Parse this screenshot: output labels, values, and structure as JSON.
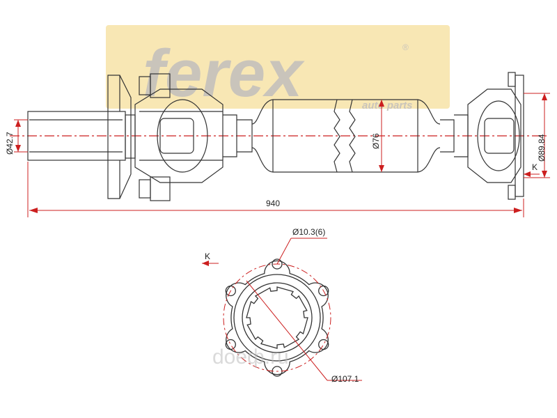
{
  "brand": {
    "name": "ferex",
    "tagline": "auto parts",
    "registered_mark": "®",
    "panel_color": "#f8e7b4",
    "text_color": "#c9c4bb"
  },
  "drawing": {
    "line_color": "#333333",
    "dimension_color": "#cc1f1f",
    "section_marker": "K"
  },
  "dimensions": {
    "overall_length": "940",
    "shaft_diameter": "Ø76",
    "left_end_diameter": "Ø42.7",
    "right_flange_diameter": "Ø89.84",
    "bolt_holes": "Ø10.3(6)",
    "flange_diameter": "Ø107.1"
  },
  "watermark": {
    "text": "doeф.ru"
  }
}
